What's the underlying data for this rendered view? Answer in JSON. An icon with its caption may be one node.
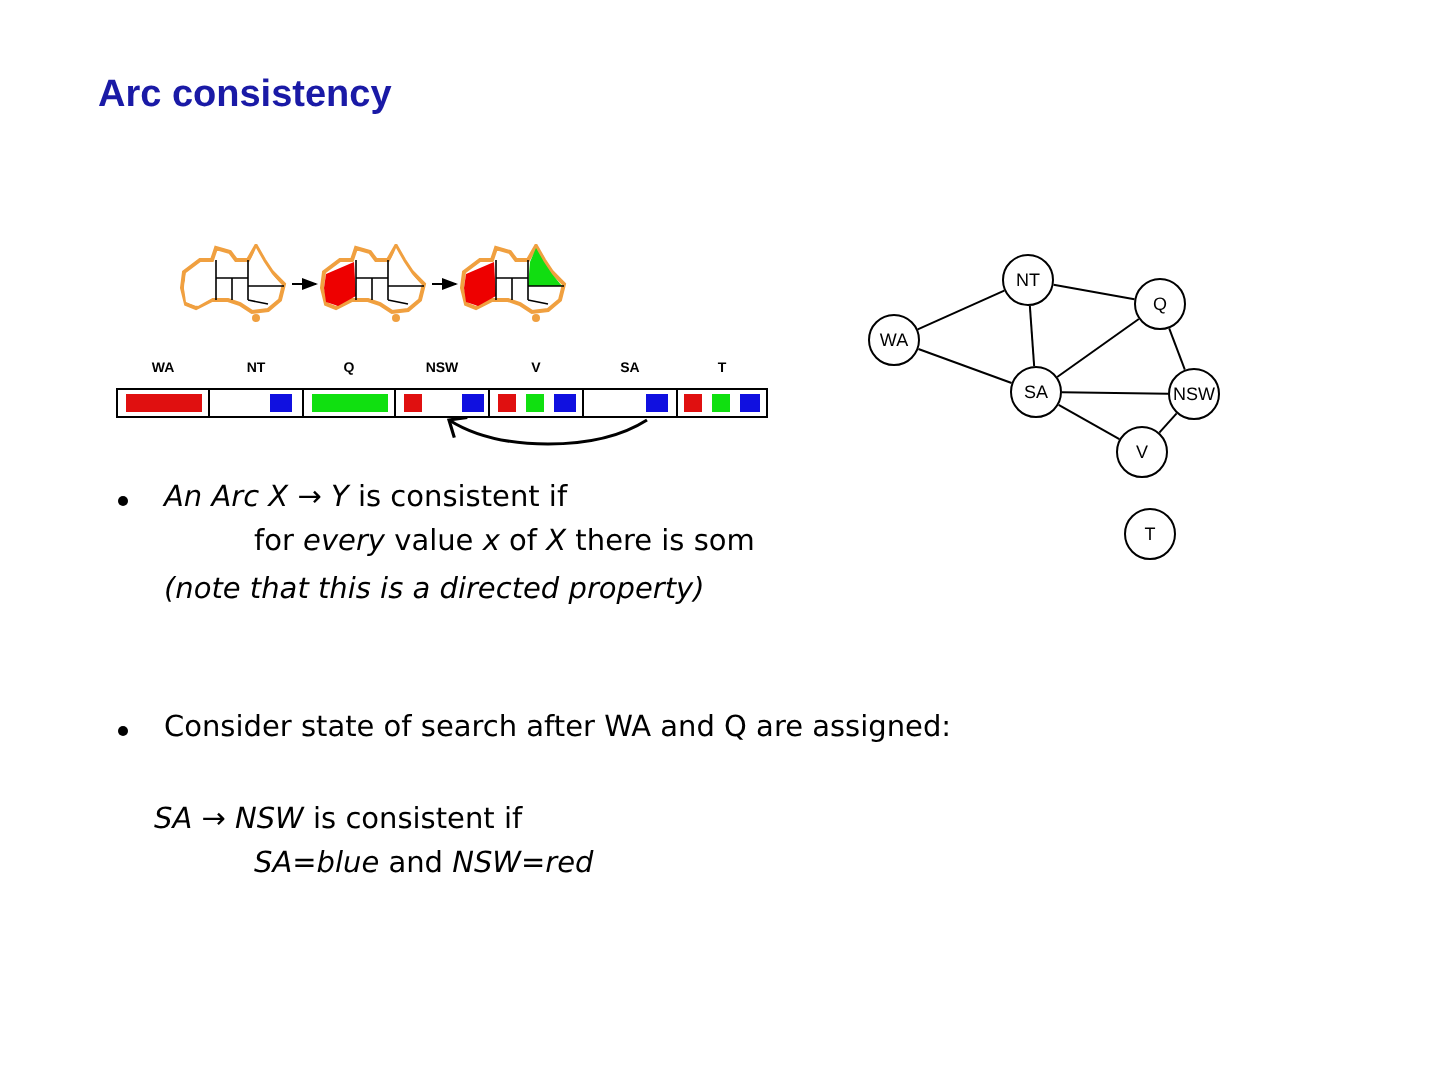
{
  "diagram": {
    "title": "Arc consistency",
    "nodes": [
      {
        "text": [],
        "shape": "picture"
      },
      {
        "text": [],
        "shape": "picture"
      },
      {
        "text": [],
        "shape": "picture"
      },
      {
        "text": [
          "WA"
        ]
      },
      {
        "text": [
          "NT"
        ]
      },
      {
        "text": [
          "Q"
        ]
      },
      {
        "text": [
          "NSW"
        ]
      },
      {
        "text": [
          "V"
        ]
      },
      {
        "text": [
          "SA"
        ]
      },
      {
        "text": [
          "T"
        ]
      },
      {
        "text": [
          "NT"
        ]
      },
      {
        "text": [
          "Q"
        ]
      },
      {
        "text": [
          "WA"
        ]
      },
      {
        "text": [
          "SA"
        ]
      },
      {
        "text": [
          "NSW"
        ]
      },
      {
        "text": [
          "V"
        ]
      },
      {
        "text": [
          "T"
        ]
      }
    ],
    "edges": [
      {
        "from": 0,
        "to": 1,
        "arrow": "to"
      },
      {
        "from": 1,
        "to": 2,
        "arrow": "to"
      },
      {
        "from": 8,
        "to": 6,
        "arrow": "to"
      },
      {
        "from": 12,
        "to": 10,
        "arrow": "none"
      },
      {
        "from": 12,
        "to": 13,
        "arrow": "none"
      },
      {
        "from": 10,
        "to": 11,
        "arrow": "none"
      },
      {
        "from": 10,
        "to": 13,
        "arrow": "none"
      },
      {
        "from": 11,
        "to": 13,
        "arrow": "none"
      },
      {
        "from": 11,
        "to": 14,
        "arrow": "none"
      },
      {
        "from": 13,
        "to": 14,
        "arrow": "none"
      },
      {
        "from": 13,
        "to": 15,
        "arrow": "none"
      },
      {
        "from": 14,
        "to": 15,
        "arrow": "none"
      }
    ],
    "labels": [
      "*An Arc X* → *Y* is consistent if",
      "for *every* value *x* of *X* there is som",
      "(note that this is a directed property)",
      "Consider state of search after WA and Q are assigned:",
      "*SA* → *NSW* is consistent if",
      "*SA*=*blue* and *NSW*=*red*"
    ]
  }
}
